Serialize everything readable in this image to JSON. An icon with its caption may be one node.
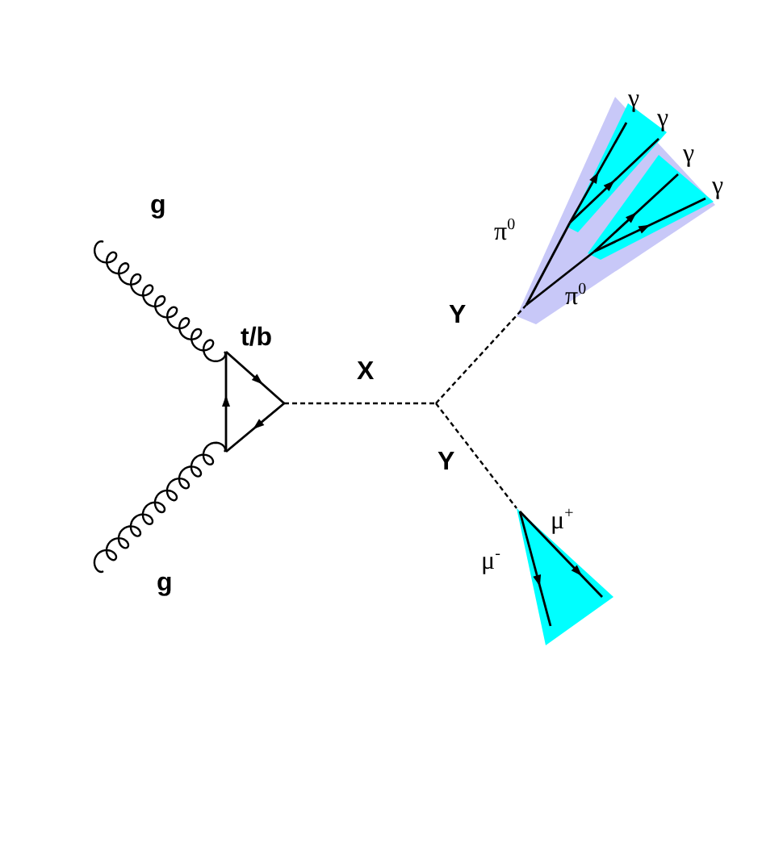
{
  "diagram": {
    "labels": [
      "γ",
      "γ",
      "γ",
      "γ",
      "g",
      "π$^{0}$",
      "π$^{0}$",
      "Y",
      "t/b",
      "X",
      "Y",
      "μ$^{+}$",
      "μ$^{-}$",
      "g"
    ]
  }
}
